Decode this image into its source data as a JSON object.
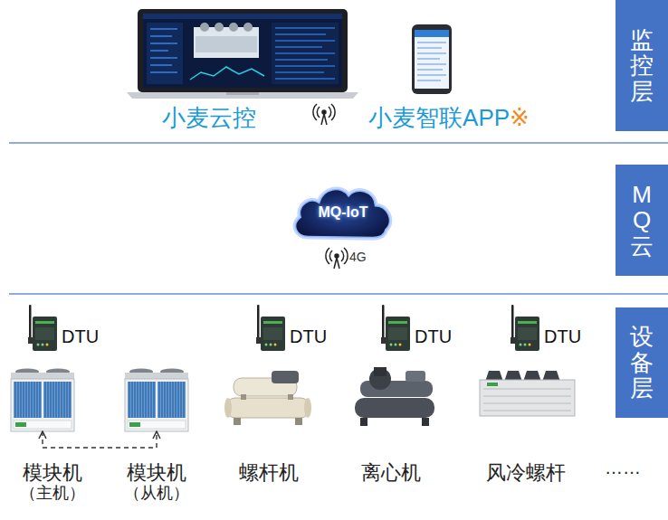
{
  "diagram": {
    "nodes": [
      {
        "text": [
          "小麦云控"
        ]
      },
      {
        "text": [
          "小麦智联APP",
          "※"
        ]
      },
      {
        "text": [
          "监控层"
        ]
      },
      {
        "text": [
          "MQ-IoT"
        ]
      },
      {
        "text": [
          "MQ云"
        ]
      },
      {
        "text": [
          "DTU"
        ]
      },
      {
        "text": [
          "DTU"
        ]
      },
      {
        "text": [
          "DTU"
        ]
      },
      {
        "text": [
          "DTU"
        ]
      },
      {
        "text": [
          "设备层"
        ]
      },
      {
        "text": [
          "模块机",
          "（主机）"
        ]
      },
      {
        "text": [
          "模块机",
          "（从机）"
        ]
      },
      {
        "text": [
          "螺杆机"
        ]
      },
      {
        "text": [
          "离心机"
        ]
      },
      {
        "text": [
          "风冷螺杆"
        ]
      }
    ],
    "edges": [
      {
        "from": 10,
        "to": 11,
        "arrow": "both"
      }
    ],
    "labels": [
      "4G",
      "……"
    ]
  }
}
